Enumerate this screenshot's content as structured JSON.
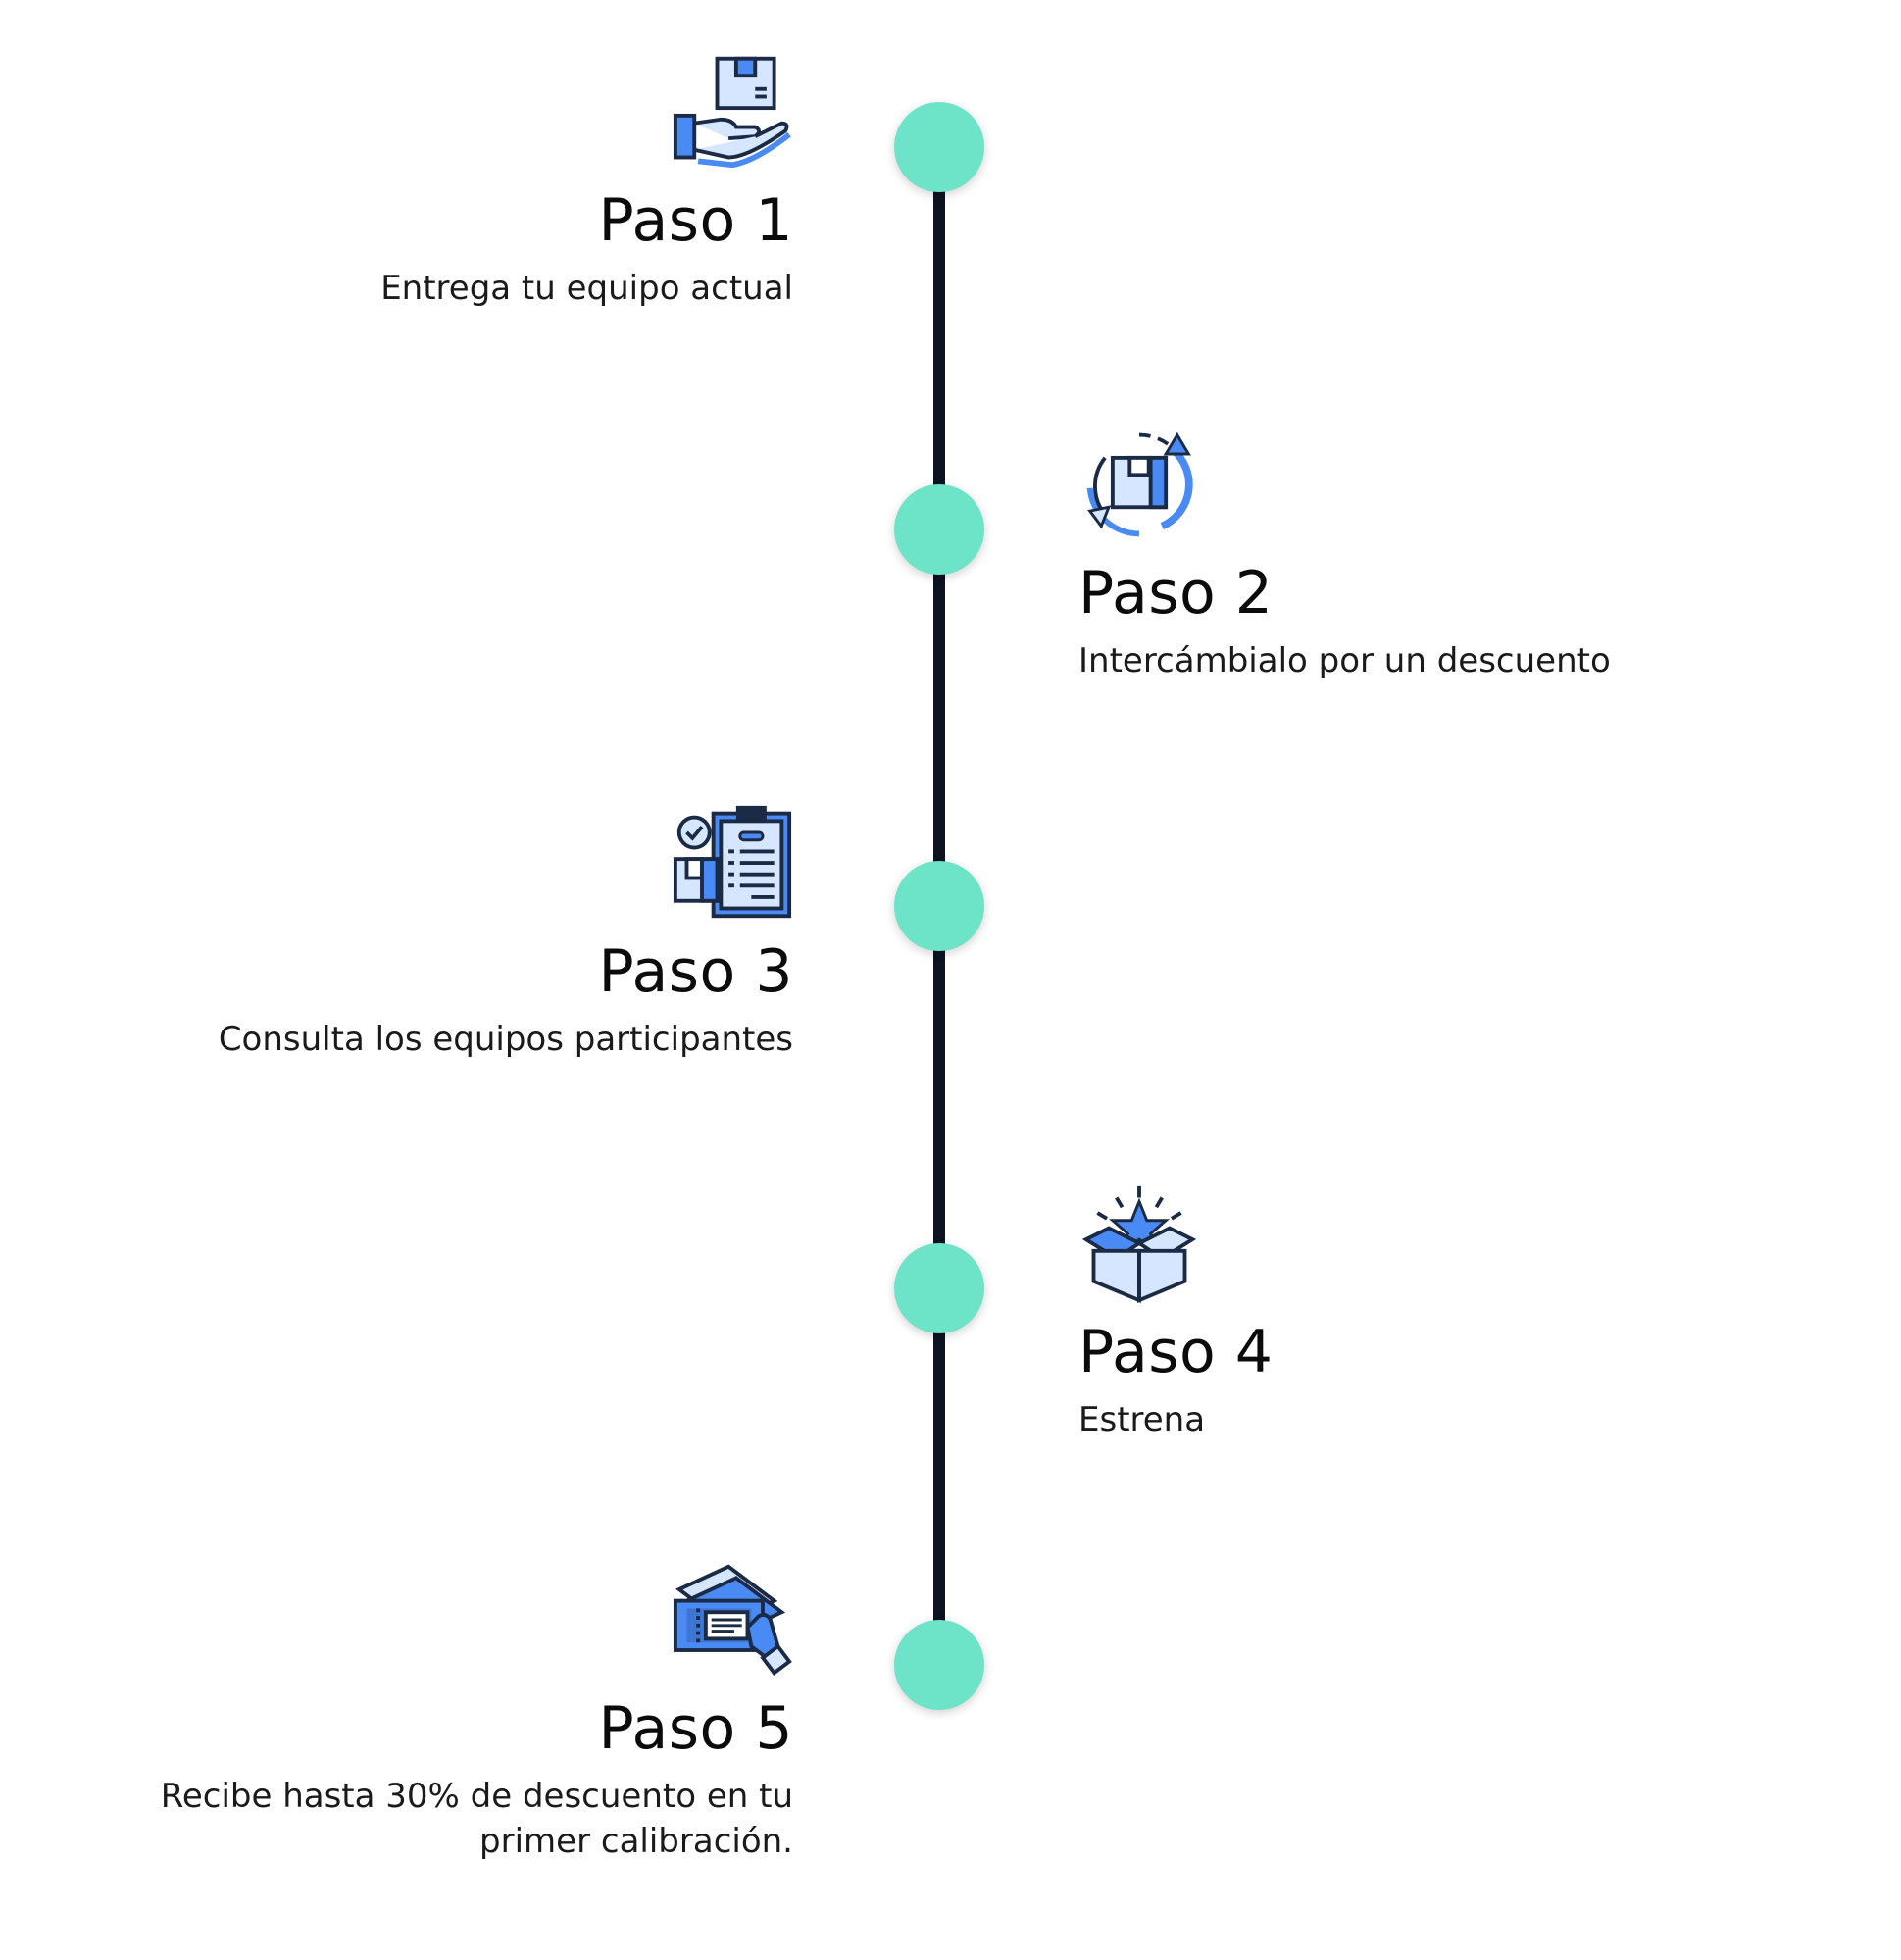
{
  "colors": {
    "line": "#0d1421",
    "dot": "#6de3c8",
    "icon_fill": "#d6e6ff",
    "icon_accent": "#4a8af4",
    "icon_stroke": "#1b2a45"
  },
  "steps": [
    {
      "title": "Paso 1",
      "description": "Entrega tu equipo actual",
      "icon": "hand-box-icon"
    },
    {
      "title": "Paso 2",
      "description": "Intercámbialo por un descuento",
      "icon": "exchange-box-icon"
    },
    {
      "title": "Paso 3",
      "description": "Consulta los equipos participantes",
      "icon": "clipboard-list-icon"
    },
    {
      "title": "Paso 4",
      "description": "Estrena",
      "icon": "open-box-star-icon"
    },
    {
      "title": "Paso 5",
      "description": "Recibe hasta 30% de descuento en tu primer calibración.",
      "icon": "discount-ticket-icon"
    }
  ]
}
